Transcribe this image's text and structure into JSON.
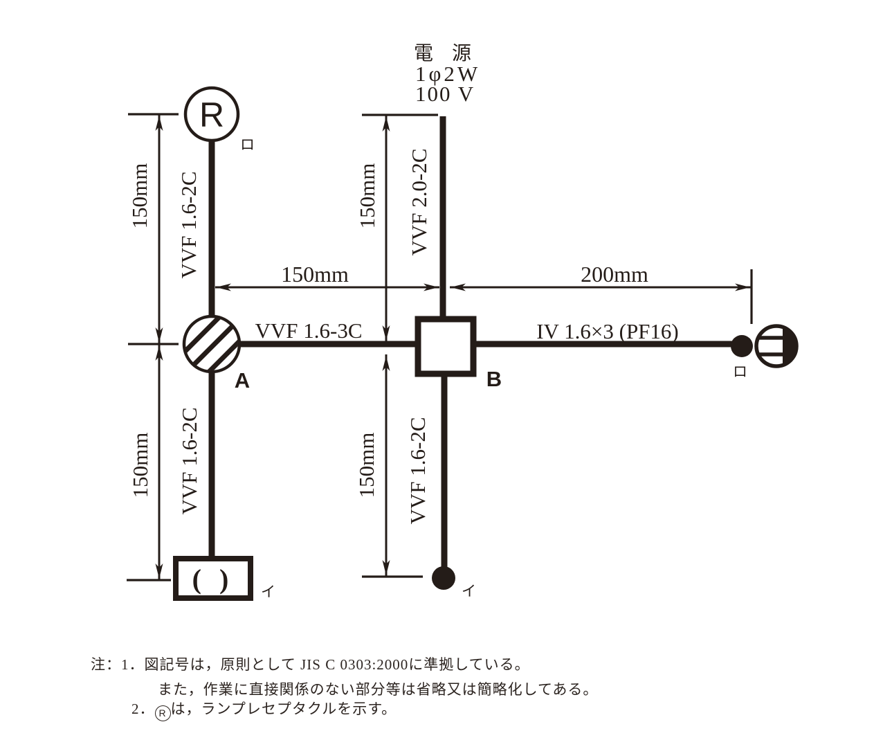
{
  "diagram": {
    "power_source": {
      "title": "電 源",
      "phase": "1φ2W",
      "voltage": "100 V"
    },
    "devices": {
      "lamp_receptacle": {
        "symbol": "R",
        "circuit": "ロ"
      },
      "joint_box": {
        "label": "A"
      },
      "outlet_box": {
        "label": "B"
      },
      "ceiling_rose": {
        "symbol": "( )",
        "circuit": "イ"
      },
      "switch": {
        "circuit": "イ"
      },
      "outlet": {
        "circuit": "ロ"
      }
    },
    "cables": {
      "receptacle_to_a": "VVF 1.6-2C",
      "source_to_b": "VVF 2.0-2C",
      "a_to_b": "VVF 1.6-3C",
      "b_to_outlet": "IV 1.6×3 (PF16)",
      "a_to_ceiling_rose": "VVF 1.6-2C",
      "b_to_switch": "VVF 1.6-2C"
    },
    "dimensions": {
      "receptacle_to_a": "150mm",
      "a_to_ceiling_rose": "150mm",
      "source_to_line": "150mm",
      "line_to_switch": "150mm",
      "a_to_b": "150mm",
      "b_to_outlet": "200mm"
    },
    "notes": {
      "line1": "注：1．図記号は，原則として JIS C 0303:2000に準拠している。",
      "line2": "また，作業に直接関係のない部分等は省略又は簡略化してある。",
      "line3_prefix": "2．",
      "line3_symbol": "R",
      "line3_suffix": "は，ランプレセプタクルを示す。"
    }
  }
}
